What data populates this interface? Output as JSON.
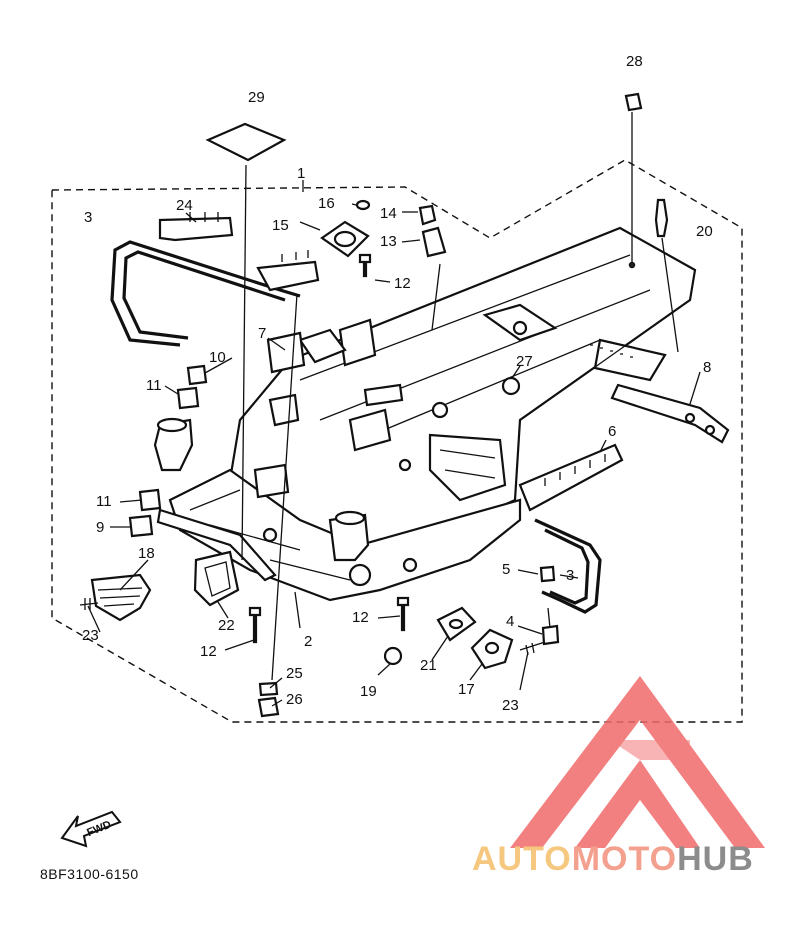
{
  "drawing_code": "8BF3100-6150",
  "fwd_label": "FWD",
  "watermark": {
    "part1": "AUTO",
    "part2": "MOTO",
    "part3": "HUB",
    "colors": {
      "auto": "#f6c77e",
      "moto": "#f4a08f",
      "hub": "#8c8c8c",
      "logo": "#f06b6b"
    }
  },
  "callouts": [
    {
      "id": "c1",
      "label": "1"
    },
    {
      "id": "c2",
      "label": "2"
    },
    {
      "id": "c3a",
      "label": "3"
    },
    {
      "id": "c3b",
      "label": "3"
    },
    {
      "id": "c4",
      "label": "4"
    },
    {
      "id": "c5",
      "label": "5"
    },
    {
      "id": "c6",
      "label": "6"
    },
    {
      "id": "c7",
      "label": "7"
    },
    {
      "id": "c8",
      "label": "8"
    },
    {
      "id": "c9",
      "label": "9"
    },
    {
      "id": "c10",
      "label": "10"
    },
    {
      "id": "c11a",
      "label": "11"
    },
    {
      "id": "c11b",
      "label": "11"
    },
    {
      "id": "c12a",
      "label": "12"
    },
    {
      "id": "c12b",
      "label": "12"
    },
    {
      "id": "c12c",
      "label": "12"
    },
    {
      "id": "c13",
      "label": "13"
    },
    {
      "id": "c14",
      "label": "14"
    },
    {
      "id": "c15",
      "label": "15"
    },
    {
      "id": "c16",
      "label": "16"
    },
    {
      "id": "c17",
      "label": "17"
    },
    {
      "id": "c18",
      "label": "18"
    },
    {
      "id": "c19",
      "label": "19"
    },
    {
      "id": "c20",
      "label": "20"
    },
    {
      "id": "c21",
      "label": "21"
    },
    {
      "id": "c22",
      "label": "22"
    },
    {
      "id": "c23a",
      "label": "23"
    },
    {
      "id": "c23b",
      "label": "23"
    },
    {
      "id": "c24",
      "label": "24"
    },
    {
      "id": "c25",
      "label": "25"
    },
    {
      "id": "c26",
      "label": "26"
    },
    {
      "id": "c27",
      "label": "27"
    },
    {
      "id": "c28",
      "label": "28"
    },
    {
      "id": "c29",
      "label": "29"
    }
  ]
}
